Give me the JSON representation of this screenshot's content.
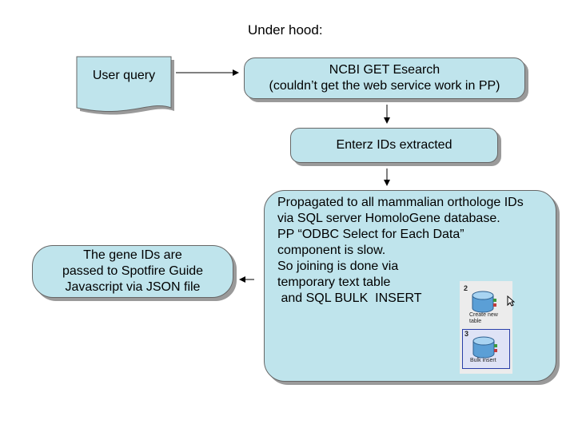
{
  "title": "Under hood:",
  "user_query": {
    "label": "User query"
  },
  "esearch": {
    "line1": "NCBI GET Esearch",
    "line2": "(couldn’t get the web service work in PP)"
  },
  "entrez": {
    "label": "Enterz IDs extracted"
  },
  "propagate": {
    "lines": [
      "Propagated to all mammalian orthologe IDs",
      "via SQL server HomoloGene database.",
      "PP “ODBC Select for Each Data”",
      "component is slow.",
      "So joining is done via",
      "temporary text table",
      " and SQL BULK  INSERT"
    ]
  },
  "gene_ids": {
    "line1": "The gene IDs are",
    "line2": "passed to Spotfire Guide",
    "line3": "Javascript  via JSON file"
  },
  "pipeline": {
    "node1": {
      "number": "2",
      "caption": "Create new\ntable"
    },
    "node2": {
      "number": "3",
      "caption": "Bulk insert"
    }
  },
  "colors": {
    "box_fill": "#bfe4ec",
    "border": "#666666",
    "shadow": "#9a9a9a",
    "selected_node": "#2a3fa8"
  }
}
